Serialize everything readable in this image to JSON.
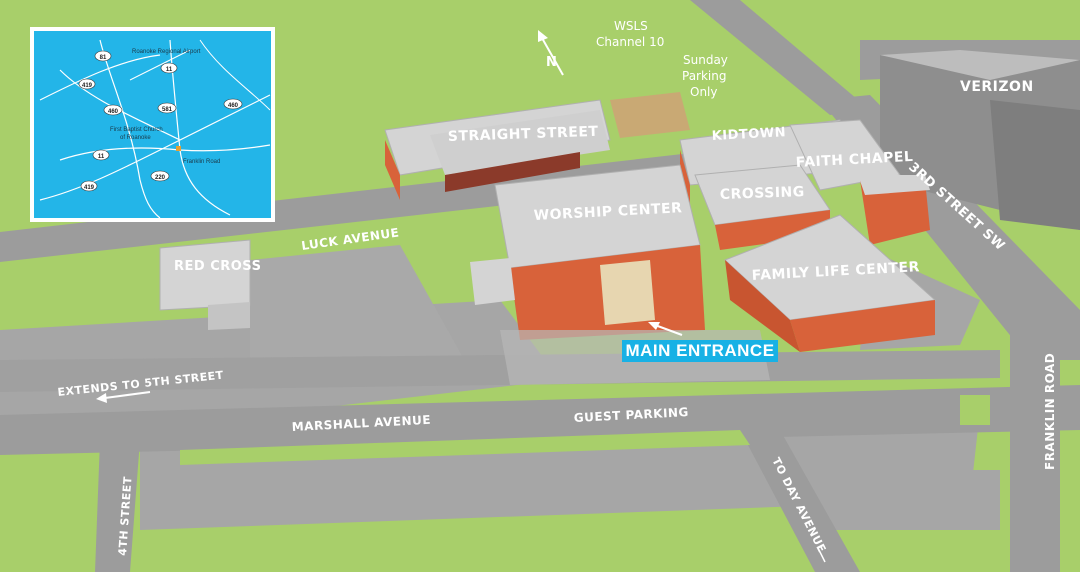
{
  "colors": {
    "grass": "#a8cf6a",
    "road": "#9c9c9c",
    "parking": "#a6a6a6",
    "roof": "#d4d4d4",
    "brick": "#d8623a",
    "accent": "#18b1e5",
    "water_inset": "#23b5e8"
  },
  "streets": {
    "luck_avenue": "LUCK AVENUE",
    "marshall_avenue": "MARSHALL AVENUE",
    "third_street": "3RD STREET SW",
    "franklin_road": "FRANKLIN ROAD",
    "fourth_street": "4TH STREET",
    "to_day_avenue": "TO DAY AVENUE",
    "extends": "EXTENDS TO 5TH STREET"
  },
  "buildings": {
    "straight_street": "STRAIGHT STREET",
    "kidtown": "KIDTOWN",
    "faith_chapel": "FAITH CHAPEL",
    "crossing": "CROSSING",
    "worship_center": "WORSHIP CENTER",
    "family_life_center": "FAMILY LIFE CENTER",
    "red_cross": "RED CROSS",
    "verizon": "VERIZON"
  },
  "areas": {
    "wsls_line1": "WSLS",
    "wsls_line2": "Channel 10",
    "sunday_line1": "Sunday",
    "sunday_line2": "Parking",
    "sunday_line3": "Only",
    "guest_parking": "GUEST PARKING"
  },
  "north_label": "N",
  "main_entrance": "MAIN ENTRANCE",
  "inset": {
    "airport": "Roanoke Regional Airport",
    "church_line1": "First Baptist Church",
    "church_line2": "of Roanoke",
    "franklin": "Franklin Road",
    "routes": {
      "r81": "81",
      "r11a": "11",
      "r419a": "419",
      "r460a": "460",
      "r581": "581",
      "r460b": "460",
      "r11b": "11",
      "r220": "220",
      "r419b": "419"
    }
  }
}
